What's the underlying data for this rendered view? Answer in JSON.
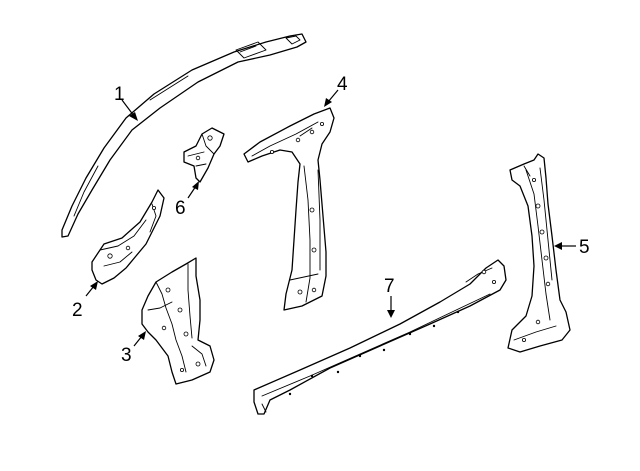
{
  "callouts": [
    {
      "number": "1",
      "part": "roof-rail"
    },
    {
      "number": "2",
      "part": "hinge-pillar-upper-bracket"
    },
    {
      "number": "3",
      "part": "hinge-pillar-lower"
    },
    {
      "number": "4",
      "part": "center-pillar-inner"
    },
    {
      "number": "5",
      "part": "center-pillar-outer"
    },
    {
      "number": "6",
      "part": "upper-bracket"
    },
    {
      "number": "7",
      "part": "rocker-panel"
    }
  ],
  "colors": {
    "line": "#000000",
    "background": "#ffffff"
  }
}
